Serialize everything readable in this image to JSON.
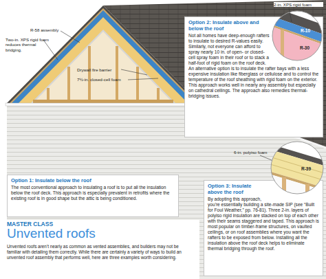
{
  "diagram": {
    "title": "Unvented roofs",
    "caption": "Unvented roofs aren't nearly as common as vented assemblies, and builders may not be familiar with detailing them correctly. While there are certainly a variety of ways to build an unvented roof assembly that performs well, here are three examples worth considering.",
    "nodes": [
      {
        "text": [
          "Option 1: Insulate below the roof",
          "The most conventional approach to insulating a roof is to put all the insulation below the roof deck. This approach is especially prevalent in retrofits where the existing roof is in good shape but the attic is being conditioned."
        ]
      },
      {
        "text": [
          "Option 2: Insulate above and below the roof",
          "Not all homes have deep-enough rafters to insulate to desired R-values easily. Similarly, not everyone can afford to spray nearly 10 in. of open- or closed-cell spray foam in their roof or to stack a half-foot of rigid foam on the roof deck. An alternative option is to insulate the rafter bays with a less expensive insulation like fiberglass or cellulose and to control the temperature of the roof sheathing with rigid foam on the exterior. This approach works well in nearly any assembly but especially on cathedral ceilings. The approach also remedies thermal-bridging issues."
        ]
      },
      {
        "text": [
          "Option 3: Insulate above the roof",
          "By adopting this approach, you're essentially building a site-made SIP (see “Built for Foul Weather,” pp. 76-81). Three 2-in. layers of polyiso rigid insulation are stacked on top of each other with their seams staggered and taped. This approach is most popular on timber-frame structures, on vaulted ceilings, or on roof assemblies where you want the rafters to be exposed from below. Installing all the insulation above the roof deck helps to eliminate thermal bridging through the roof."
        ]
      }
    ],
    "labels": [
      "MASTER CLASS",
      "R-58 assembly",
      "Two-in. XPS rigid foam reduces thermal bridging.",
      "Drywall fire barrier",
      "7½-in. closed-cell foam",
      "2-in. XPS rigid foam",
      "R-10",
      "R-30",
      "6-in. polyiso foam",
      "R-39"
    ]
  }
}
